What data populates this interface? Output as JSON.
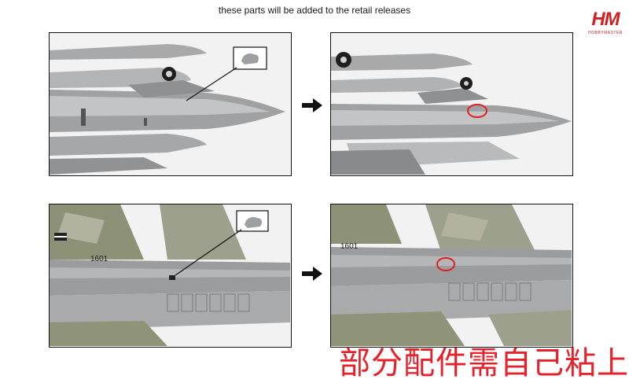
{
  "header": {
    "caption": "these parts will be added to the retail releases"
  },
  "brand": {
    "logo_text": "HM",
    "logo_subtext": "HOBBYMASTER",
    "color": "#d11f1f"
  },
  "panels": [
    {
      "id": "top-before",
      "has_part_inset": true
    },
    {
      "id": "top-after",
      "has_red_circle": true
    },
    {
      "id": "bottom-before",
      "has_part_inset": true,
      "tail_number": "1601"
    },
    {
      "id": "bottom-after",
      "has_red_circle": true,
      "tail_number": "1601"
    }
  ],
  "arrows": [
    "right-arrow-icon",
    "right-arrow-icon"
  ],
  "note": {
    "text": "部分配件需自己粘上",
    "color": "#e8202a"
  },
  "colors": {
    "aircraft_gray": "#9a9c9e",
    "aircraft_light": "#c4c6c8",
    "aircraft_dark": "#6e7072",
    "camo_green": "#8d9277",
    "highlight_red": "#e02020"
  }
}
